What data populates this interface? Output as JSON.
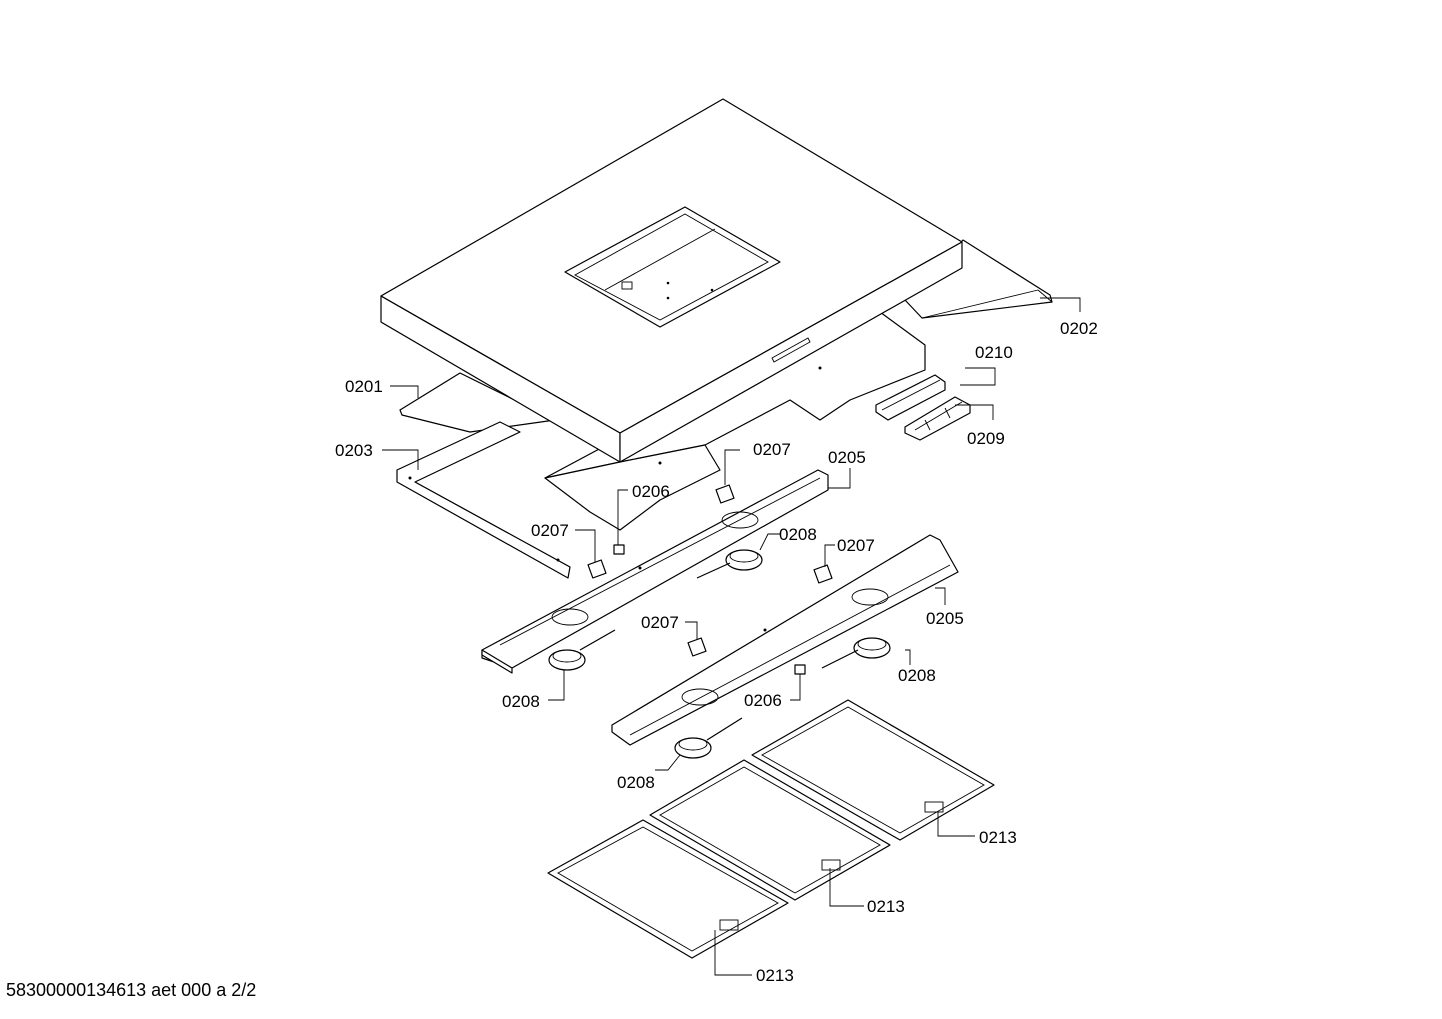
{
  "labels": {
    "l0201": "0201",
    "l0202": "0202",
    "l0203": "0203",
    "l0205a": "0205",
    "l0205b": "0205",
    "l0206a": "0206",
    "l0206b": "0206",
    "l0207a": "0207",
    "l0207b": "0207",
    "l0207c": "0207",
    "l0207d": "0207",
    "l0208a": "0208",
    "l0208b": "0208",
    "l0208c": "0208",
    "l0208d": "0208",
    "l0209": "0209",
    "l0210": "0210",
    "l0213a": "0213",
    "l0213b": "0213",
    "l0213c": "0213"
  },
  "footer": {
    "code": "58300000134613 aet 000 a 2/2"
  }
}
